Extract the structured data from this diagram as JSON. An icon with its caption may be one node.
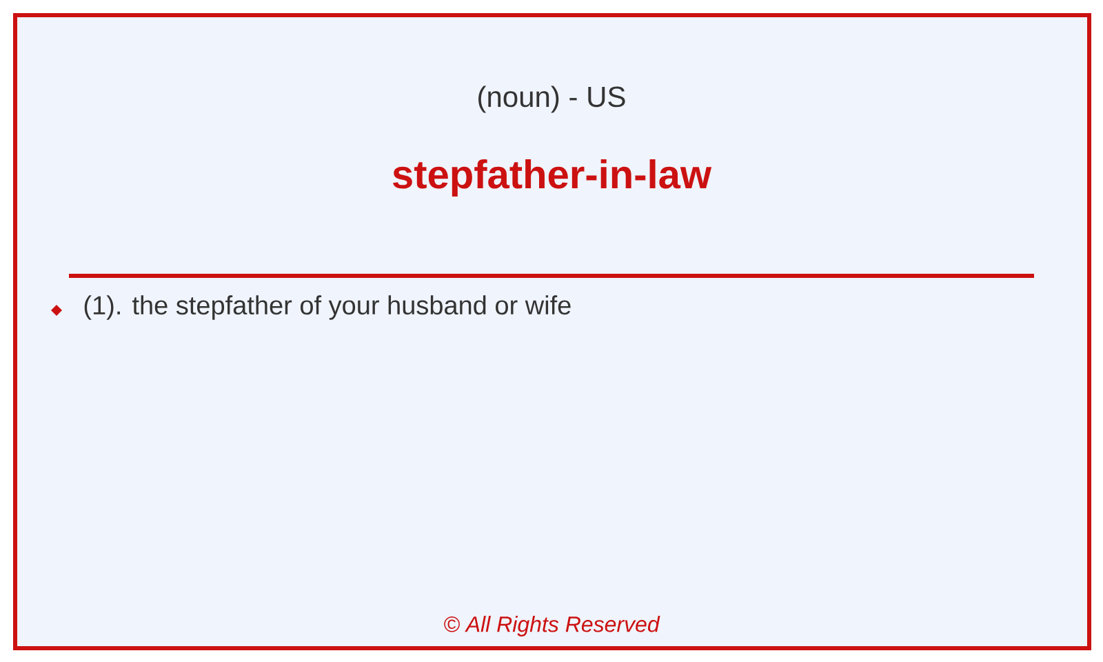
{
  "diagram": {
    "title": "stepfather-in-law",
    "labels": [
      "(noun) - US",
      "(1). the stepfather of your husband or wife",
      "© All Rights Reserved"
    ]
  }
}
